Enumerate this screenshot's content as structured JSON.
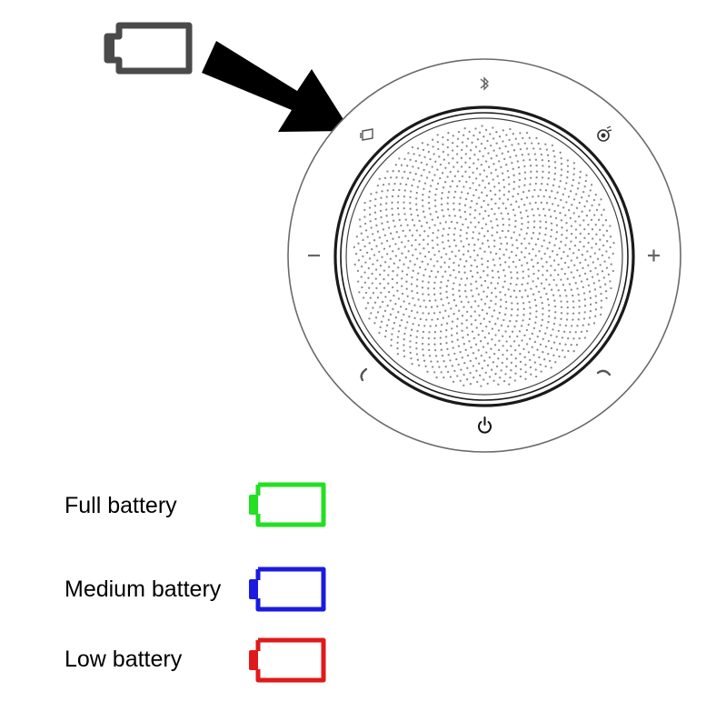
{
  "figure": {
    "indicator_icon": {
      "icon": "battery-outline-icon",
      "color": "#4a4a4a"
    },
    "arrow": {
      "icon": "arrow-pointer",
      "color": "#000000"
    },
    "speakerphone": {
      "device": "round speakerphone",
      "buttons": [
        "bluetooth-icon",
        "smart-button-icon",
        "volume-up-icon",
        "answer-call-icon",
        "power-icon",
        "end-call-icon",
        "volume-down-icon",
        "battery-indicator-icon"
      ]
    }
  },
  "legend": [
    {
      "label": "Full battery",
      "color": "#22e022",
      "icon": "battery-outline-icon"
    },
    {
      "label": "Medium battery",
      "color": "#1a1ae0",
      "icon": "battery-outline-icon"
    },
    {
      "label": "Low battery",
      "color": "#e01a1a",
      "icon": "battery-outline-icon"
    }
  ]
}
